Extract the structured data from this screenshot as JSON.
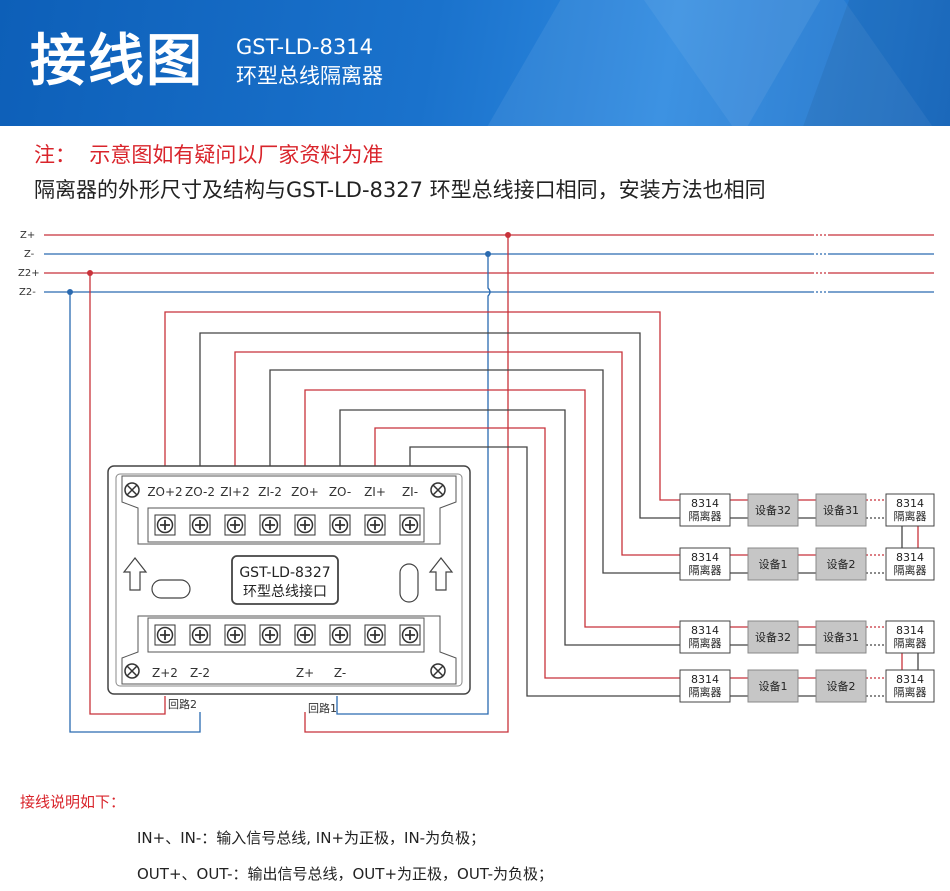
{
  "header": {
    "title": "接线图",
    "model": "GST-LD-8314",
    "name": "环型总线隔离器"
  },
  "note": "注：  示意图如有疑问以厂家资料为准",
  "description": "隔离器的外形尺寸及结构与GST-LD-8327 环型总线接口相同，安装方法也相同",
  "bus_labels": [
    "Z+",
    "Z-",
    "Z2+",
    "Z2-"
  ],
  "bus_colors": {
    "positive": "#c8323a",
    "negative": "#2a6ab0",
    "neutral": "#444444"
  },
  "interface": {
    "line1": "GST-LD-8327",
    "line2": "环型总线接口",
    "top_terminals": [
      "ZO+2",
      "ZO-2",
      "ZI+2",
      "ZI-2",
      "ZO+",
      "ZO-",
      "ZI+",
      "ZI-"
    ],
    "bottom_terminals": [
      "Z+2",
      "Z-2",
      "Z+",
      "Z-"
    ],
    "loop2": "回路2",
    "loop1": "回路1"
  },
  "devices": {
    "isolator_line1": "8314",
    "isolator_line2": "隔离器",
    "dev32": "设备32",
    "dev31": "设备31",
    "dev1": "设备1",
    "dev2": "设备2"
  },
  "explanation": {
    "title": "接线说明如下：",
    "lines": [
      "IN+、IN-：输入信号总线, IN+为正极，IN-为负极；",
      "OUT+、OUT-：输出信号总线，OUT+为正极，OUT-为负极；"
    ]
  }
}
